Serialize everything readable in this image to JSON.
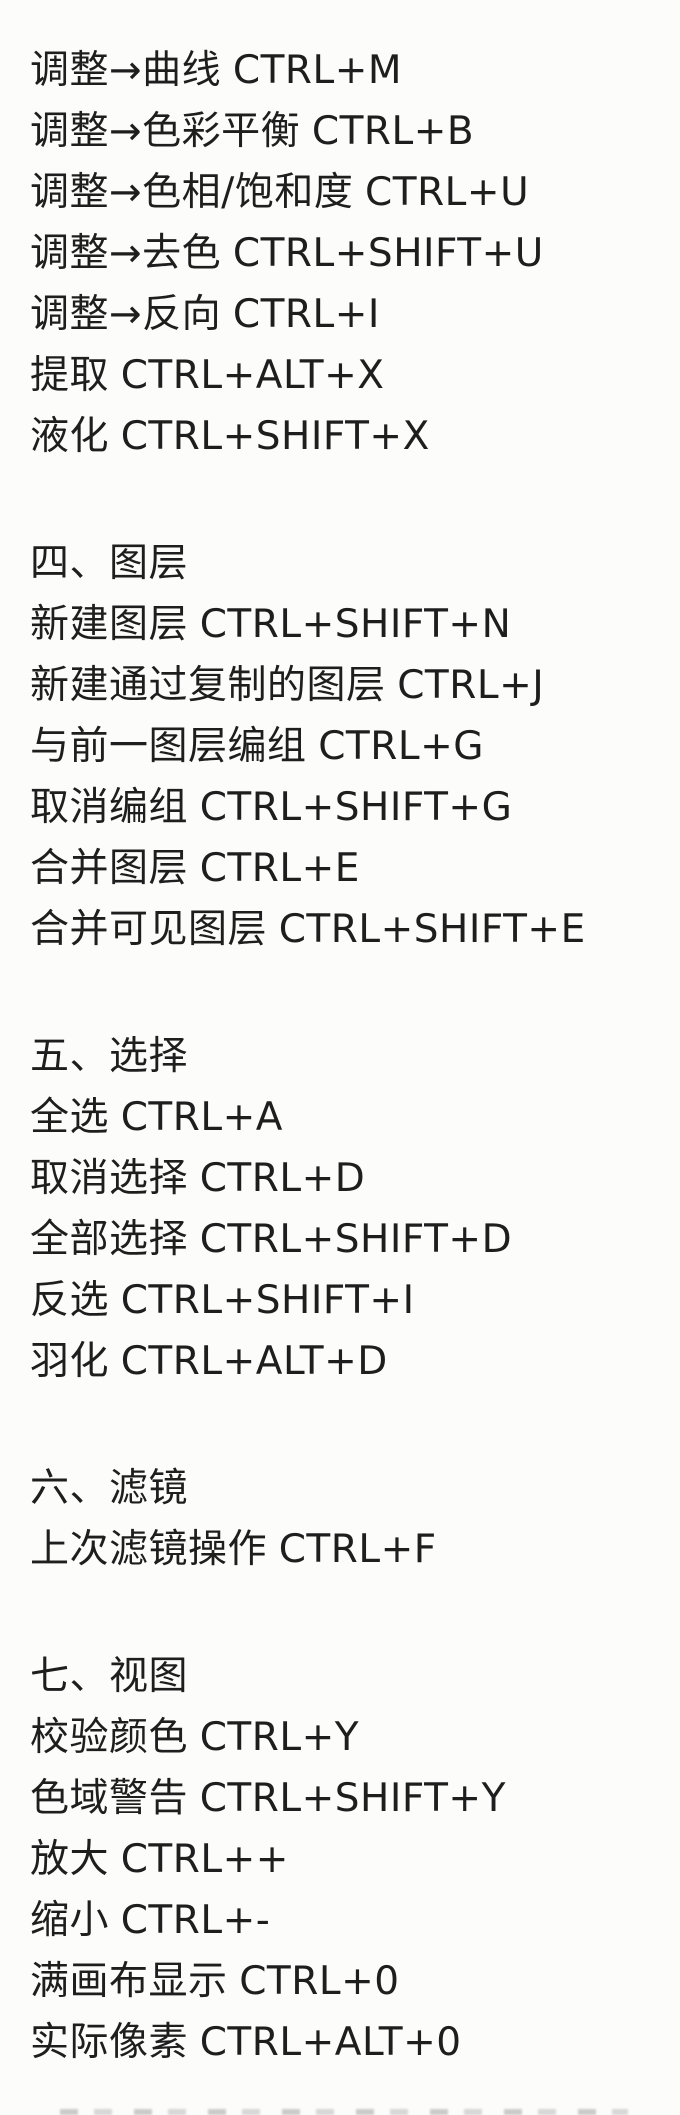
{
  "page": {
    "background_color": "#fcfcfb",
    "text_color": "#1e1e1e"
  },
  "document": {
    "continued_items": [
      {
        "action": "调整→曲线",
        "shortcut": "CTRL+M"
      },
      {
        "action": "调整→色彩平衡",
        "shortcut": "CTRL+B"
      },
      {
        "action": "调整→色相/饱和度",
        "shortcut": "CTRL+U"
      },
      {
        "action": "调整→去色",
        "shortcut": "CTRL+SHIFT+U"
      },
      {
        "action": "调整→反向",
        "shortcut": "CTRL+I"
      },
      {
        "action": "提取",
        "shortcut": "CTRL+ALT+X"
      },
      {
        "action": "液化",
        "shortcut": "CTRL+SHIFT+X"
      }
    ],
    "sections": [
      {
        "heading": "四、图层",
        "items": [
          {
            "action": "新建图层",
            "shortcut": "CTRL+SHIFT+N"
          },
          {
            "action": "新建通过复制的图层",
            "shortcut": "CTRL+J"
          },
          {
            "action": "与前一图层编组",
            "shortcut": "CTRL+G"
          },
          {
            "action": "取消编组",
            "shortcut": "CTRL+SHIFT+G"
          },
          {
            "action": "合并图层",
            "shortcut": "CTRL+E"
          },
          {
            "action": "合并可见图层",
            "shortcut": "CTRL+SHIFT+E"
          }
        ]
      },
      {
        "heading": "五、选择",
        "items": [
          {
            "action": "全选",
            "shortcut": "CTRL+A"
          },
          {
            "action": "取消选择",
            "shortcut": "CTRL+D"
          },
          {
            "action": "全部选择",
            "shortcut": "CTRL+SHIFT+D"
          },
          {
            "action": "反选",
            "shortcut": "CTRL+SHIFT+I"
          },
          {
            "action": "羽化",
            "shortcut": "CTRL+ALT+D"
          }
        ]
      },
      {
        "heading": "六、滤镜",
        "items": [
          {
            "action": "上次滤镜操作",
            "shortcut": "CTRL+F"
          }
        ]
      },
      {
        "heading": "七、视图",
        "items": [
          {
            "action": "校验颜色",
            "shortcut": "CTRL+Y"
          },
          {
            "action": "色域警告",
            "shortcut": "CTRL+SHIFT+Y"
          },
          {
            "action": "放大",
            "shortcut": "CTRL++"
          },
          {
            "action": "缩小",
            "shortcut": "CTRL+-"
          },
          {
            "action": "满画布显示",
            "shortcut": "CTRL+0"
          },
          {
            "action": "实际像素",
            "shortcut": "CTRL+ALT+0"
          }
        ]
      }
    ]
  }
}
